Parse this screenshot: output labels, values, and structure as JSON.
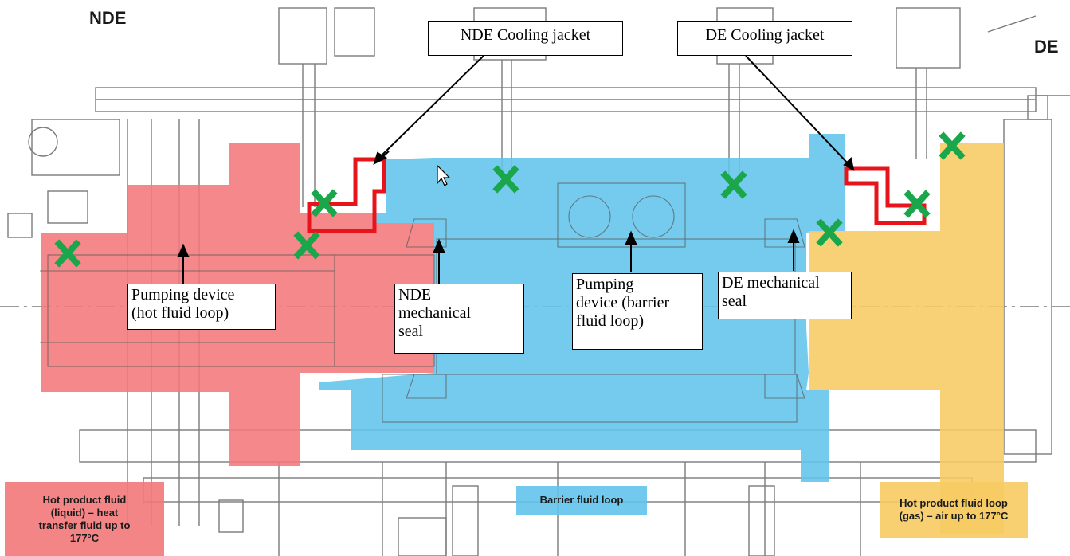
{
  "ends": {
    "nde": "NDE",
    "de": "DE"
  },
  "callouts": {
    "nde_jacket": "NDE Cooling jacket",
    "de_jacket": "DE Cooling jacket",
    "pump_hot": "Pumping device\n(hot fluid loop)",
    "nde_seal": "NDE\nmechanical\nseal",
    "pump_barrier": "Pumping\ndevice (barrier\nfluid loop)",
    "de_seal": "DE mechanical\nseal"
  },
  "legend": {
    "hot_liquid": "Hot product fluid\n(liquid) – heat\ntransfer fluid up to\n177°C",
    "barrier": "Barrier fluid loop",
    "hot_gas": "Hot product fluid loop\n(gas) – air up to 177°C"
  },
  "colors": {
    "hot_liquid": "#f2787a",
    "barrier": "#62c4ec",
    "hot_gas": "#f7cb63",
    "cooling_jacket_outline": "#e8141b",
    "marker": "#1aa64a",
    "line_art": "#6f6f6f"
  }
}
